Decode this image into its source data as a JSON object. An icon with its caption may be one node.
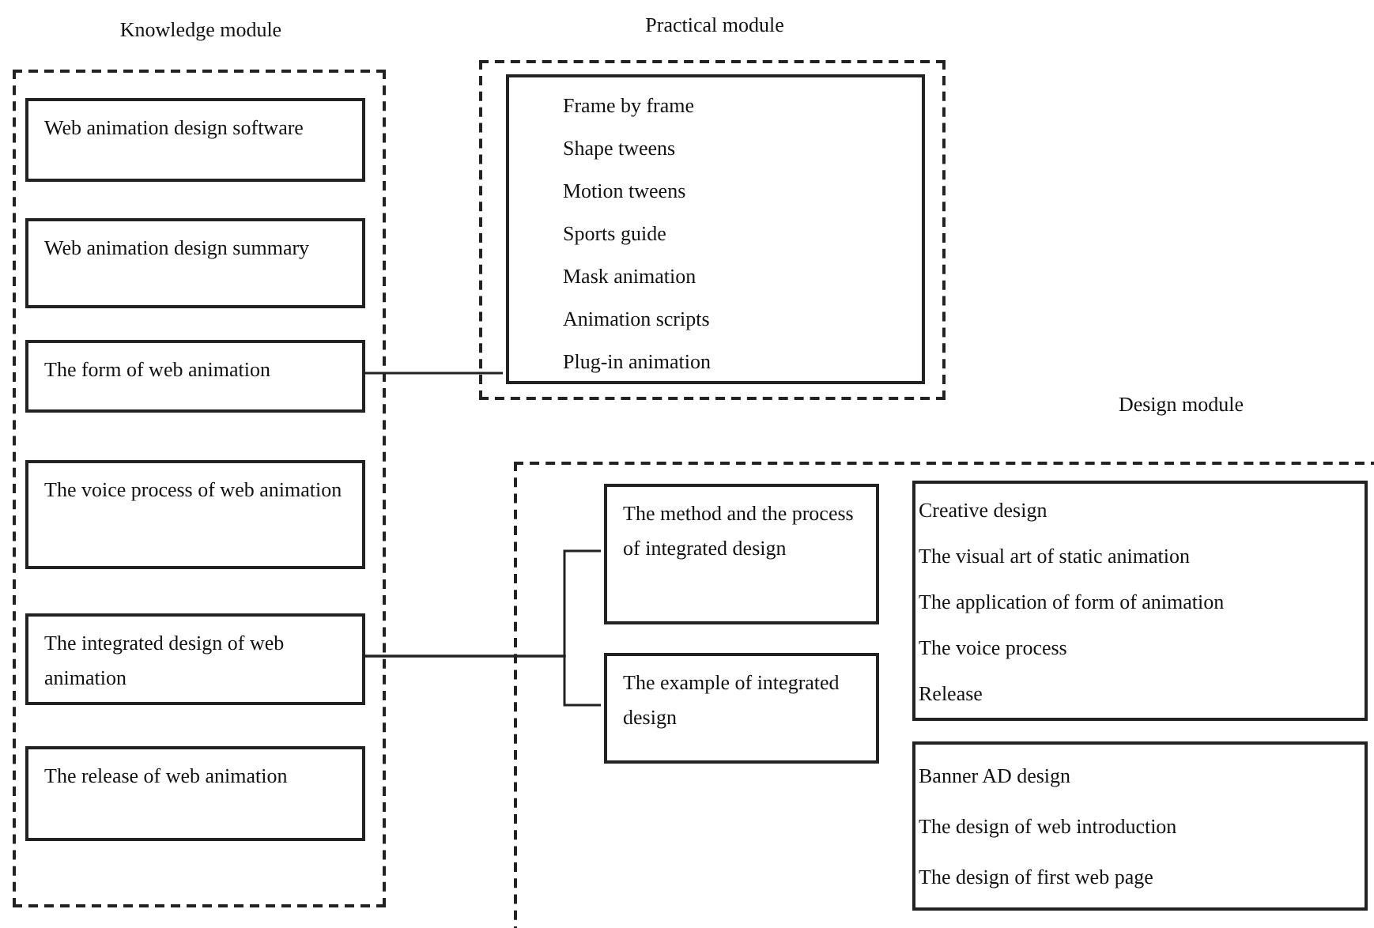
{
  "diagram": {
    "nodes": [
      {
        "text": [
          "Knowledge module"
        ]
      },
      {
        "text": [
          "Web animation design software"
        ],
        "in": 0
      },
      {
        "text": [
          "Web animation design summary"
        ],
        "in": 0
      },
      {
        "text": [
          "The form of web animation"
        ],
        "in": 0
      },
      {
        "text": [
          "The voice process of web animation"
        ],
        "in": 0
      },
      {
        "text": [
          "The integrated design of web animation"
        ],
        "in": 0
      },
      {
        "text": [
          "The release of web animation"
        ],
        "in": 0
      },
      {
        "text": [
          "Practical module"
        ]
      },
      {
        "text": [
          "Frame by frame",
          "Shape tweens",
          "Motion tweens",
          "Sports guide",
          "Mask animation",
          "Animation scripts",
          "Plug-in animation"
        ],
        "in": 7
      },
      {
        "text": [
          "Design module"
        ]
      },
      {
        "text": [
          "The method and the process of integrated design"
        ],
        "in": 9
      },
      {
        "text": [
          "The example of integrated design"
        ],
        "in": 9
      },
      {
        "text": [
          "Creative design",
          "The visual art of static animation",
          "The application of form of animation",
          "The voice process",
          "Release"
        ],
        "in": 9
      },
      {
        "text": [
          "Banner AD design",
          "The design of web introduction",
          "The design of first web page"
        ],
        "in": 9
      }
    ],
    "edges": [
      {
        "from": 3,
        "to": 8,
        "arrow": "none"
      },
      {
        "from": 5,
        "to": 10,
        "arrow": "none"
      },
      {
        "from": 5,
        "to": 11,
        "arrow": "none"
      }
    ]
  }
}
